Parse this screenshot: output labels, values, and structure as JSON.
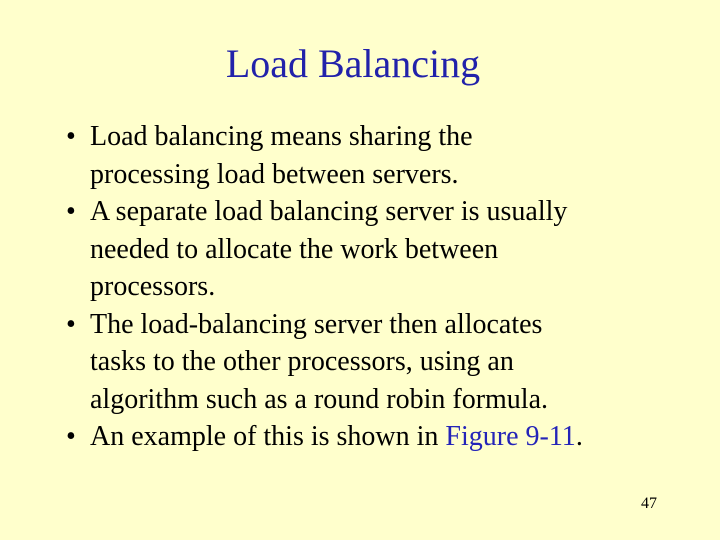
{
  "slide": {
    "title": "Load Balancing",
    "bullet_glyph": "•",
    "bullets": [
      {
        "lines": [
          "Load balancing means sharing the",
          "processing load between servers."
        ]
      },
      {
        "lines": [
          "A separate load balancing server is usually",
          "needed to allocate the work between",
          "processors."
        ]
      },
      {
        "lines": [
          "The load-balancing server then allocates",
          "tasks to the other processors, using an",
          "algorithm such as a round robin formula."
        ]
      },
      {
        "prefix": "An example of this is shown in ",
        "link_text": "Figure 9-11",
        "suffix": "."
      }
    ],
    "page_number": "47",
    "colors": {
      "background": "#FFFFCC",
      "title": "#2222AA",
      "body": "#000000",
      "link": "#2424B8"
    }
  }
}
